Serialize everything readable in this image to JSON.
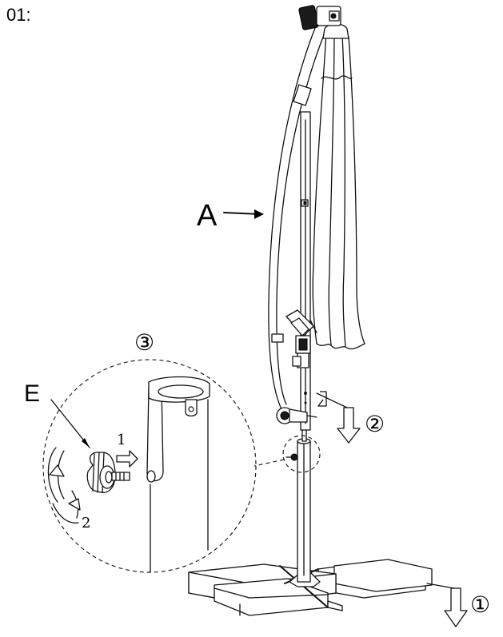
{
  "step_label": "01:",
  "labels": {
    "canopy": "A",
    "knob": "E",
    "step1": "1",
    "step2": "2"
  },
  "circled": {
    "one": "①",
    "two": "②",
    "three": "③"
  },
  "icons": {
    "arrow_push": "hollow-arrow-right-icon",
    "arrow_rotate": "rotate-arrows-icon",
    "arrow_down": "hollow-arrow-down-icon"
  }
}
